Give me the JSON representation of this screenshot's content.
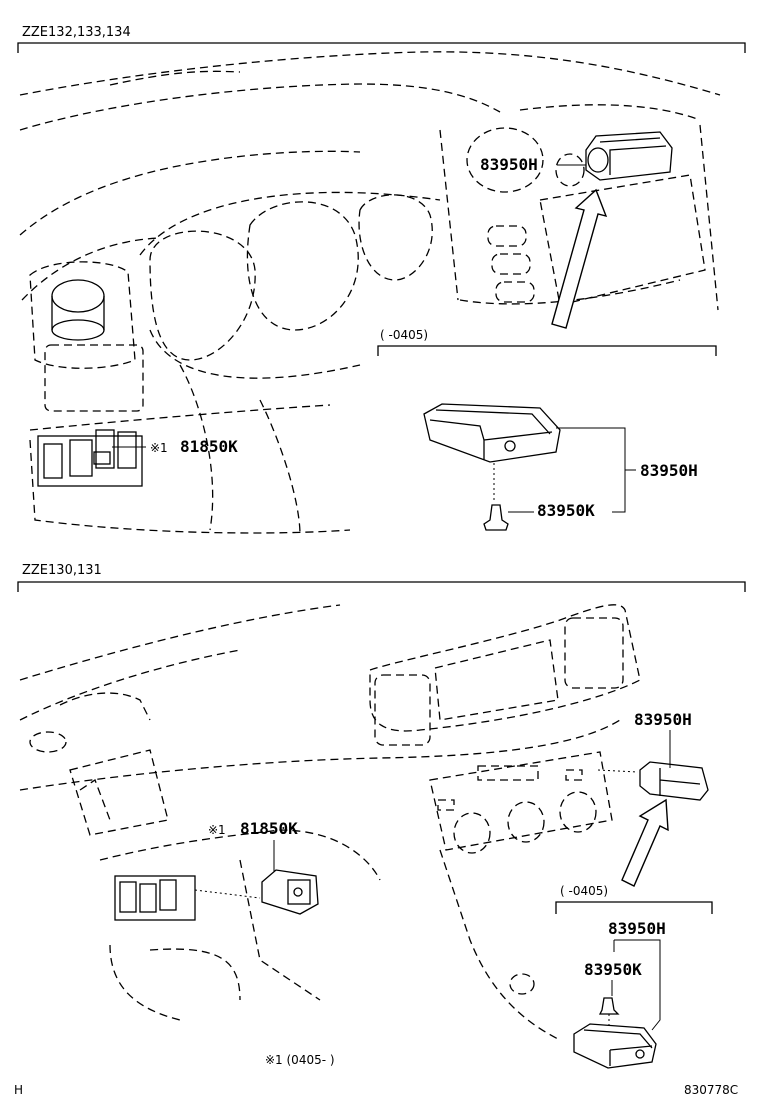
{
  "sections": {
    "top": {
      "model": "ZZE132,133,134",
      "ref_81850K": "81850K",
      "note_mark": "※1",
      "ref_83950H_installed": "83950H",
      "date_range": "(      -0405)",
      "ref_83950H_detail": "83950H",
      "ref_83950K_detail": "83950K"
    },
    "bottom": {
      "model": "ZZE130,131",
      "ref_83950H_installed": "83950H",
      "note_mark": "※1",
      "ref_81850K": "81850K",
      "date_range": "(      -0405)",
      "ref_83950H_detail": "83950H",
      "ref_83950K_detail": "83950K"
    }
  },
  "footer": {
    "note": "※1  (0405-        )",
    "left_code": "H",
    "drawing_number": "830778C"
  }
}
